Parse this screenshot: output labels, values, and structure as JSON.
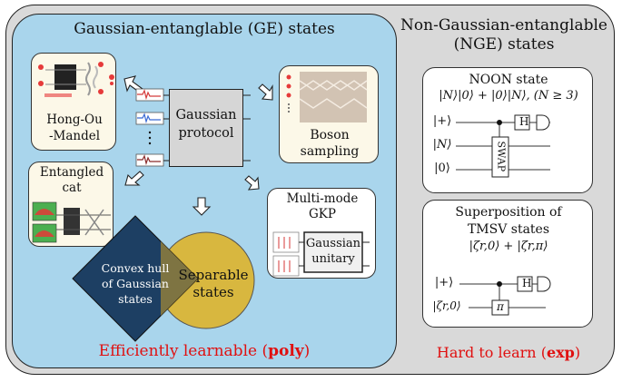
{
  "ge_title": "Gaussian-entanglable (GE) states",
  "nge_title_line1": "Non-Gaussian-entanglable",
  "nge_title_line2": "(NGE) states",
  "hom_line1": "Hong-Ou",
  "hom_line2": "-Mandel",
  "gaussian_protocol_line1": "Gaussian",
  "gaussian_protocol_line2": "protocol",
  "boson_line1": "Boson",
  "boson_line2": "sampling",
  "cat_line1": "Entangled",
  "cat_line2": "cat",
  "gkp_line1": "Multi-mode",
  "gkp_line2": "GKP",
  "gaussian_unitary_line1": "Gaussian",
  "gaussian_unitary_line2": "unitary",
  "convex_line1": "Convex hull",
  "convex_line2": "of Gaussian",
  "convex_line3": "states",
  "separable_line1": "Separable",
  "separable_line2": "states",
  "efficient_prefix": "Efficiently learnable (",
  "efficient_bold": "poly",
  "efficient_suffix": ")",
  "noon_title": "NOON state",
  "noon_formula": "|N⟩|0⟩ + |0⟩|N⟩, (N ≥ 3)",
  "noon_in1": "|+⟩",
  "noon_in2": "|N⟩",
  "noon_in3": "|0⟩",
  "h_gate": "H",
  "swap_gate": "SWAP",
  "tmsv_line1": "Superposition of",
  "tmsv_line2": "TMSV states",
  "tmsv_formula": "|ζr,0⟩ + |ζr,π⟩",
  "tmsv_in1": "|+⟩",
  "tmsv_in2": "|ζr,0⟩",
  "pi_gate": "π",
  "hard_prefix": "Hard to learn (",
  "hard_bold": "exp",
  "hard_suffix": ")",
  "colors": {
    "outer": "#d9d9d9",
    "ge": "#a9d5ec",
    "card": "#fcf8e8",
    "red": "#e01010",
    "diamond": "#1d3f63",
    "circle": "#d8b73f"
  }
}
